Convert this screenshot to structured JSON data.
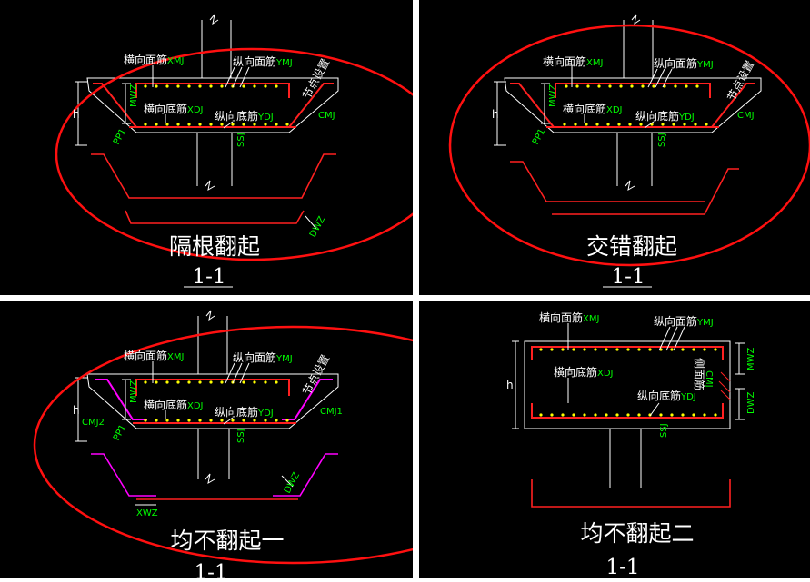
{
  "panels": [
    {
      "title": "隔根翻起",
      "section": "1-1",
      "labels": {
        "horiz_top": "横向面筋",
        "horiz_top_code": "XMJ",
        "long_top": "纵向面筋",
        "long_top_code": "YMJ",
        "horiz_bot": "横向底筋",
        "horiz_bot_code": "XDJ",
        "long_bot": "纵向底筋",
        "long_bot_code": "YDJ",
        "note": "节点设置",
        "depth": "h",
        "mwz": "MWZ",
        "pp": "PP1",
        "cmj": "CMJ",
        "ssj": "SSJ",
        "dwz": "DWZ"
      }
    },
    {
      "title": "交错翻起",
      "section": "1-1",
      "labels": {
        "horiz_top": "横向面筋",
        "horiz_top_code": "XMJ",
        "long_top": "纵向面筋",
        "long_top_code": "YMJ",
        "horiz_bot": "横向底筋",
        "horiz_bot_code": "XDJ",
        "long_bot": "纵向底筋",
        "long_bot_code": "YDJ",
        "note": "节点设置",
        "depth": "h",
        "mwz": "MWZ",
        "pp": "PP1",
        "cmj": "CMJ",
        "ssj": "SSJ"
      }
    },
    {
      "title": "均不翻起一",
      "section": "1-1",
      "labels": {
        "horiz_top": "横向面筋",
        "horiz_top_code": "XMJ",
        "long_top": "纵向面筋",
        "long_top_code": "YMJ",
        "horiz_bot": "横向底筋",
        "horiz_bot_code": "XDJ",
        "long_bot": "纵向底筋",
        "long_bot_code": "YDJ",
        "note": "节点设置",
        "depth": "h",
        "mwz": "MWZ",
        "pp": "PP1",
        "cmj1": "CMJ1",
        "cmj2": "CMJ2",
        "ssj": "SSJ",
        "dwz": "DWZ",
        "xwz": "XWZ"
      }
    },
    {
      "title": "均不翻起二",
      "section": "1-1",
      "labels": {
        "horiz_top": "横向面筋",
        "horiz_top_code": "XMJ",
        "long_top": "纵向面筋",
        "long_top_code": "YMJ",
        "horiz_bot": "横向底筋",
        "horiz_bot_code": "XDJ",
        "long_bot": "纵向底筋",
        "long_bot_code": "YDJ",
        "side": "侧面筋",
        "side_code": "CMJ",
        "depth": "h",
        "mwz": "MWZ",
        "dwz": "DWZ",
        "ssj": "SSJ"
      }
    }
  ]
}
